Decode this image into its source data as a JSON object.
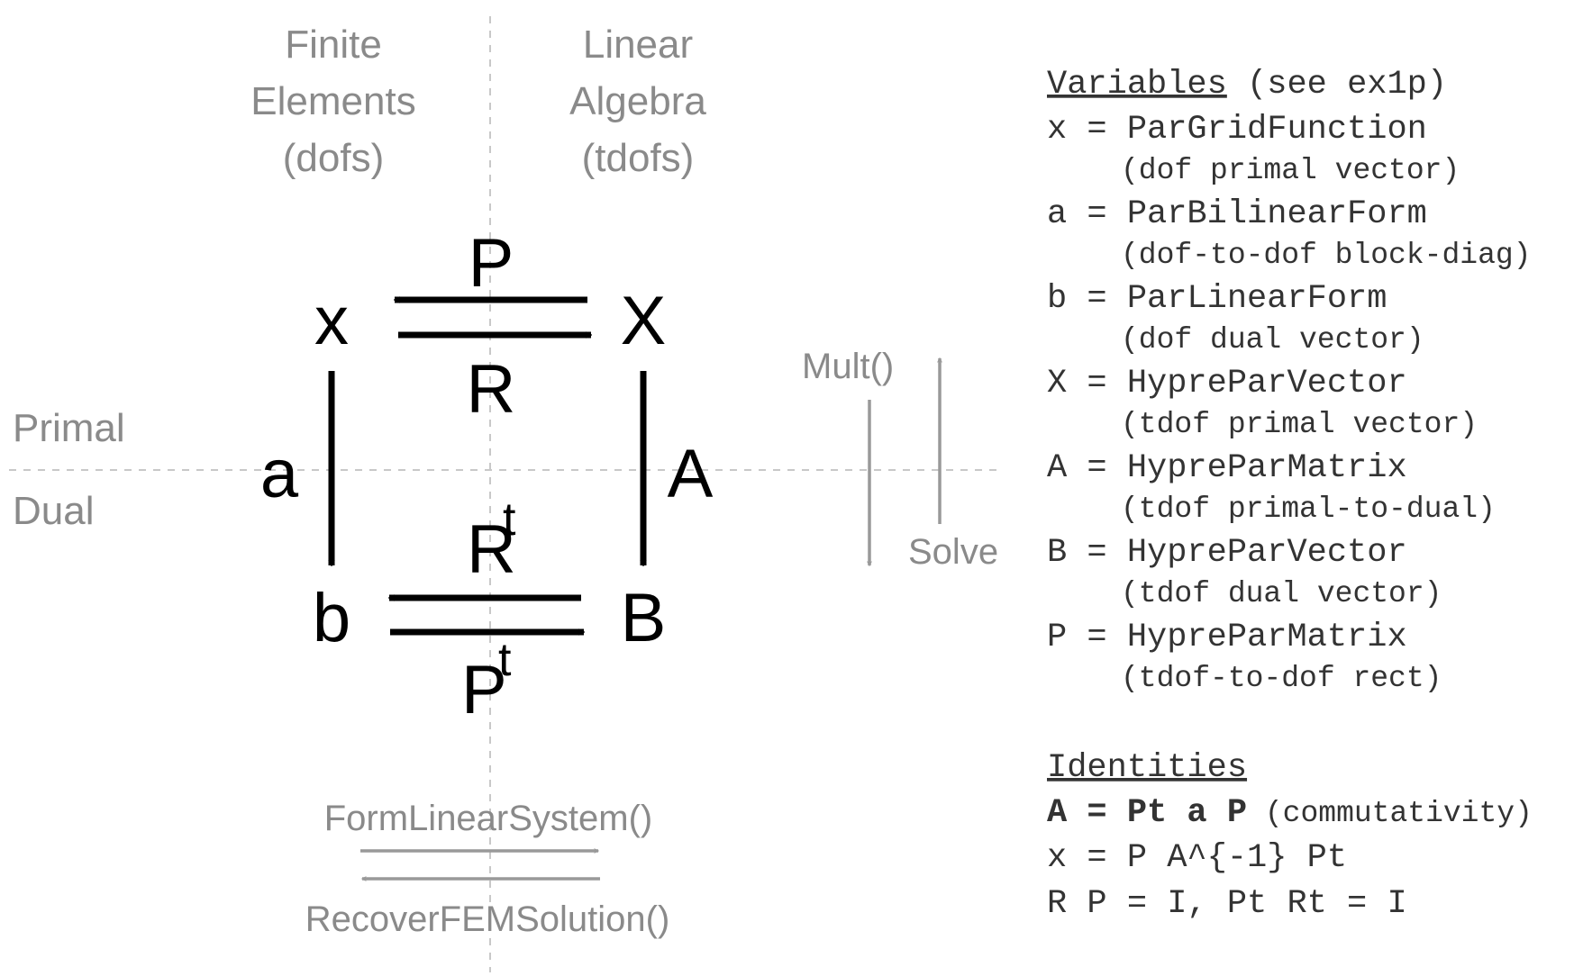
{
  "headers": {
    "finite_elements": [
      "Finite",
      "Elements",
      "(dofs)"
    ],
    "linear_algebra": [
      "Linear",
      "Algebra",
      "(tdofs)"
    ],
    "primal": "Primal",
    "dual": "Dual"
  },
  "nodes": {
    "x": "x",
    "X": "X",
    "b": "b",
    "B": "B"
  },
  "arrows": {
    "P": "P",
    "R": "R",
    "a": "a",
    "A": "A",
    "Rt_base": "R",
    "Rt_sup": "t",
    "Pt_base": "P",
    "Pt_sup": "t"
  },
  "operations": {
    "mult": "Mult()",
    "solve": "Solve",
    "form_linear_system": "FormLinearSystem()",
    "recover_fem_solution": "RecoverFEMSolution()"
  },
  "variables": {
    "heading": "Variables",
    "heading_note": " (see ex1p)",
    "items": [
      {
        "line": "x = ParGridFunction",
        "note": "(dof primal vector)"
      },
      {
        "line": "a = ParBilinearForm",
        "note": "(dof-to-dof block-diag)"
      },
      {
        "line": "b = ParLinearForm",
        "note": "(dof dual vector)"
      },
      {
        "line": "X = HypreParVector",
        "note": "(tdof primal vector)"
      },
      {
        "line": "A = HypreParMatrix",
        "note": "(tdof primal-to-dual)"
      },
      {
        "line": "B = HypreParVector",
        "note": "(tdof dual vector)"
      },
      {
        "line": "P = HypreParMatrix",
        "note": "(tdof-to-dof rect)"
      }
    ]
  },
  "identities": {
    "heading": "Identities",
    "line1_bold": "A = Pt a P",
    "line1_note": " (commutativity)",
    "line2": "x = P A^{-1} Pt",
    "line3": "R P = I, Pt Rt = I"
  }
}
